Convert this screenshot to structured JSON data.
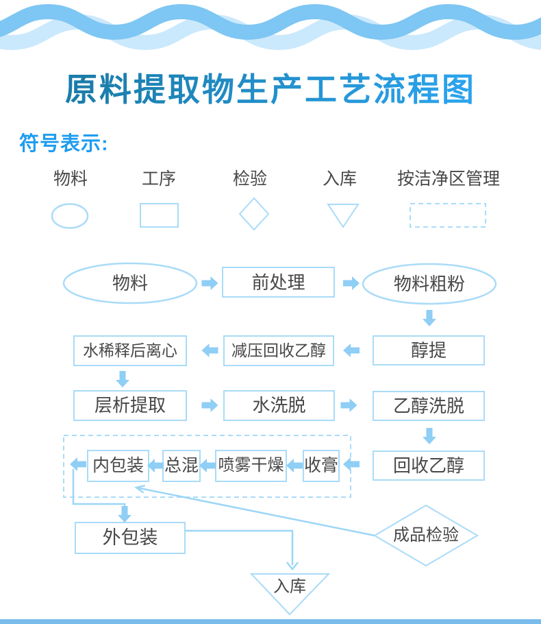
{
  "colors": {
    "page-bg": "#FFFFFF",
    "title-dark": "#1A7CA9",
    "title-light": "#2BA3EC",
    "heading-blue": "#1E9CF0",
    "node-text": "#474747",
    "shape-stroke": "#A9DBF8",
    "line-stroke": "#9CD6F7",
    "arrow-fill": "#8FCEF5",
    "wave-front": "#7EC6F3",
    "wave-back": "#CBE9FC",
    "bottom-bar": "#79BCEC"
  },
  "title": "原料提取物生产工艺流程图",
  "legend": {
    "heading": "符号表示:",
    "items": [
      {
        "label": "物料",
        "shape": "ellipse"
      },
      {
        "label": "工序",
        "shape": "rect"
      },
      {
        "label": "检验",
        "shape": "diamond"
      },
      {
        "label": "入库",
        "shape": "triangle-down"
      },
      {
        "label": "按洁净区管理",
        "shape": "dashed-rect"
      }
    ]
  },
  "flow": {
    "material": "物料",
    "pretreatment": "前处理",
    "coarse_powder": "物料粗粉",
    "alcohol_extraction": "醇提",
    "vacuum_ethanol_recovery": "减压回收乙醇",
    "water_dilution_centrifuge": "水稀释后离心",
    "chromatography_extraction": "层析提取",
    "water_elution": "水洗脱",
    "ethanol_elution": "乙醇洗脱",
    "ethanol_recovery": "回收乙醇",
    "paste_collection": "收膏",
    "spray_drying": "喷雾干燥",
    "total_mixing": "总混",
    "inner_packaging": "内包装",
    "outer_packaging": "外包装",
    "finished_product_inspection": "成品检验",
    "warehousing": "入库"
  }
}
